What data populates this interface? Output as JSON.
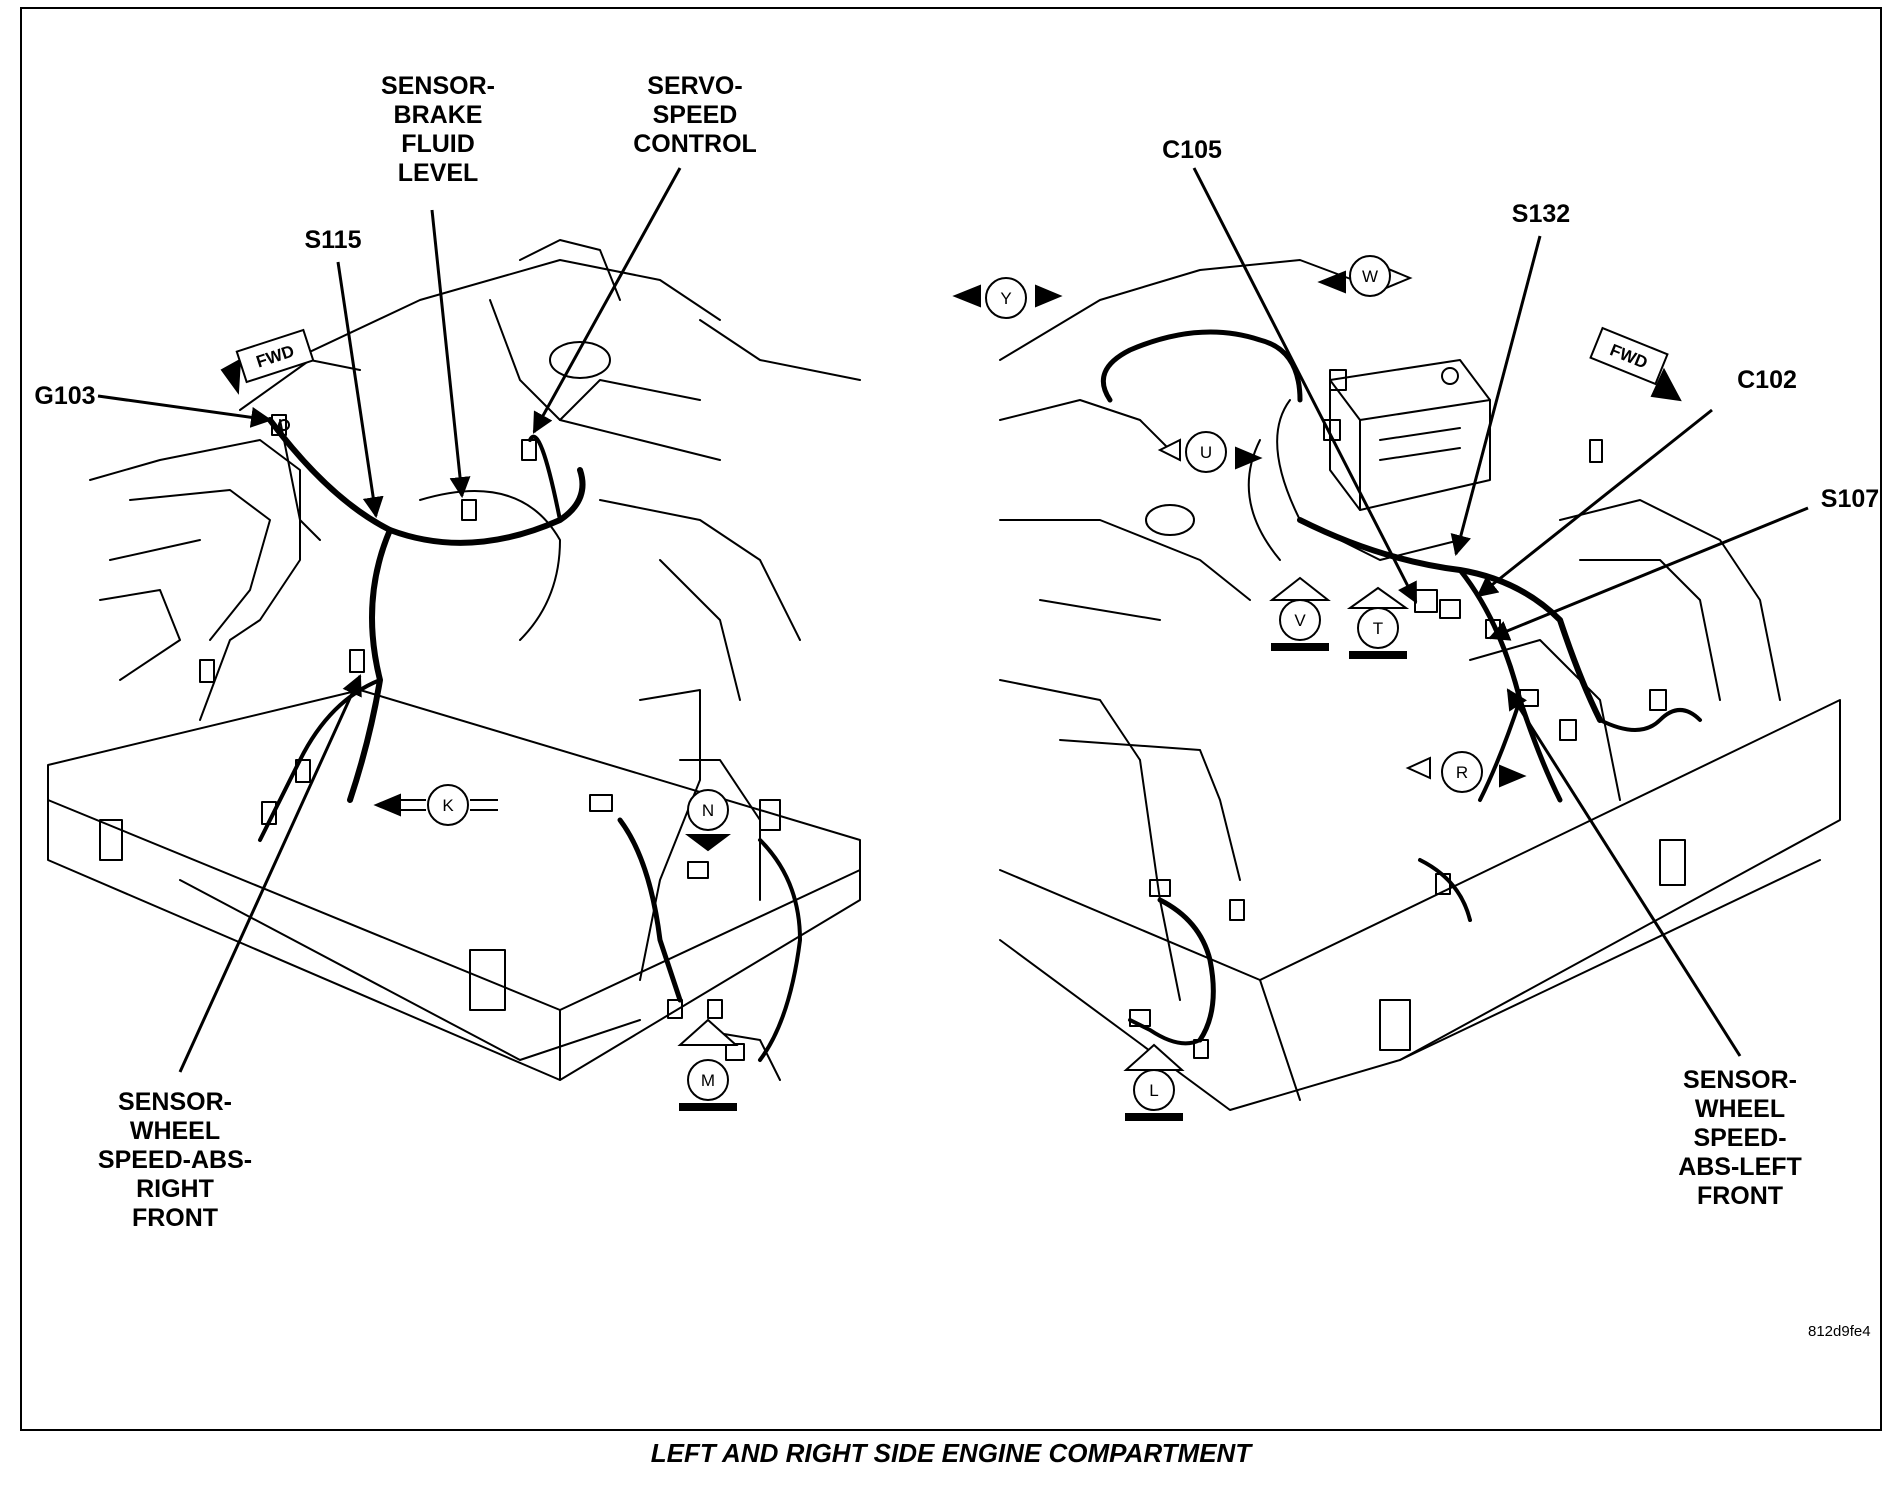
{
  "caption": "LEFT AND RIGHT SIDE ENGINE COMPARTMENT",
  "figure_id": "812d9fe4",
  "fwd_label": "FWD",
  "callouts": {
    "sensor_brake_fluid": "SENSOR-\nBRAKE\nFLUID\nLEVEL",
    "servo_speed": "SERVO-\nSPEED\nCONTROL",
    "s115": "S115",
    "g103": "G103",
    "sensor_wheel_rf": "SENSOR-\nWHEEL\nSPEED-ABS-\nRIGHT\nFRONT",
    "c105": "C105",
    "s132": "S132",
    "c102": "C102",
    "s107": "S107",
    "sensor_wheel_lf": "SENSOR-\nWHEEL\nSPEED-\nABS-LEFT\nFRONT"
  },
  "views": {
    "k": "K",
    "n": "N",
    "m": "M",
    "y": "Y",
    "w": "W",
    "u": "U",
    "v": "V",
    "t": "T",
    "r": "R",
    "l": "L"
  },
  "colors": {
    "ink": "#000000",
    "background": "#ffffff"
  }
}
